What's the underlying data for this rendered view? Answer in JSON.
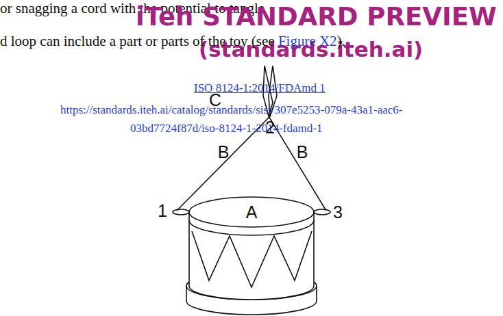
{
  "diagram": {
    "labels": [
      "or snagging a cord with the potential to tangle",
      "iTeh STANDARD PREVIEW",
      "d loop can include a part or parts of the toy (see ",
      "Figure X2",
      ").",
      "(standards.iteh.ai)",
      "ISO 8124-1:2014/FDAmd 1",
      "https://standards.iteh.ai/catalog/standards/sist/307e5253-079a-43a1-aac6-",
      "03bd7724f87d/iso-8124-1-2014-fdamd-1",
      "C",
      "2",
      "B",
      "B",
      "1",
      "A",
      "3"
    ]
  }
}
